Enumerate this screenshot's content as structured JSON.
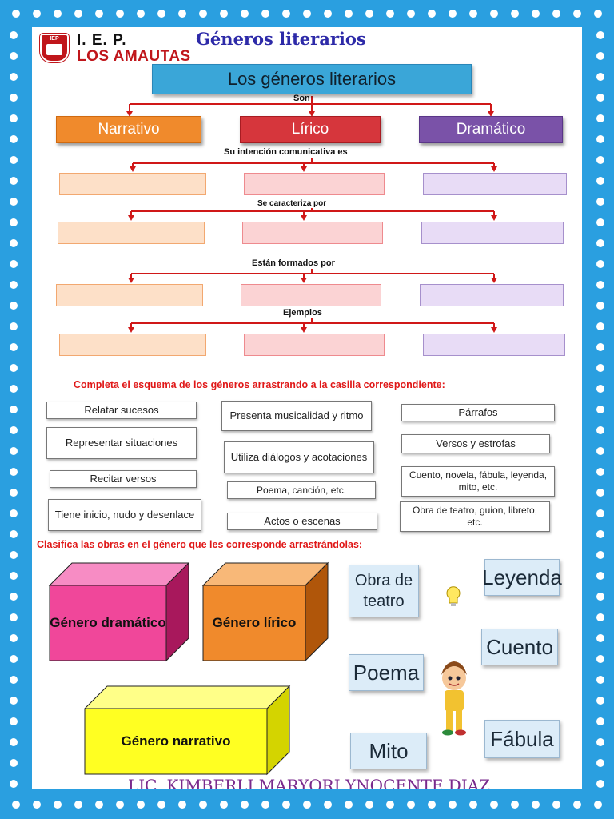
{
  "header": {
    "logo_top_text": "IEP",
    "school_line1": "I. E. P.",
    "school_line2": "LOS AMAUTAS",
    "page_title": "Géneros literarios"
  },
  "diagram": {
    "title": "Los géneros literarios",
    "connector_labels": [
      "Son",
      "Su intención comunicativa es",
      "Se caracteriza por",
      "Están formados por",
      "Ejemplos"
    ],
    "genres": [
      "Narrativo",
      "Lírico",
      "Dramático"
    ],
    "colors": {
      "narrativo": "#f08a2c",
      "lirico": "#d6363c",
      "dramatico": "#7a52a8",
      "arrow": "#d01818"
    }
  },
  "activity1": {
    "instruction": "Completa el esquema de los géneros arrastrando a la casilla correspondiente:",
    "cards": [
      "Relatar sucesos",
      "Representar situaciones",
      "Recitar versos",
      "Tiene inicio, nudo y desenlace",
      "Presenta musicalidad y ritmo",
      "Utiliza diálogos y acotaciones",
      "Poema, canción, etc.",
      "Actos o escenas",
      "Párrafos",
      "Versos y estrofas",
      "Cuento, novela, fábula, leyenda, mito, etc.",
      "Obra de teatro, guion, libreto, etc."
    ]
  },
  "activity2": {
    "instruction": "Clasifica las obras en el género que les corresponde arrastrándolas:",
    "boxes": [
      "Género dramático",
      "Género lírico",
      "Género narrativo"
    ],
    "box_colors": {
      "dramatico": "#f0479a",
      "lirico": "#f08a2c",
      "narrativo": "#ffff22"
    },
    "works": [
      "Obra de teatro",
      "Poema",
      "Mito",
      "Leyenda",
      "Cuento",
      "Fábula"
    ]
  },
  "footer": {
    "author": "LIC. KIMBERLI MARYORI YNOCENTE DIAZ"
  }
}
